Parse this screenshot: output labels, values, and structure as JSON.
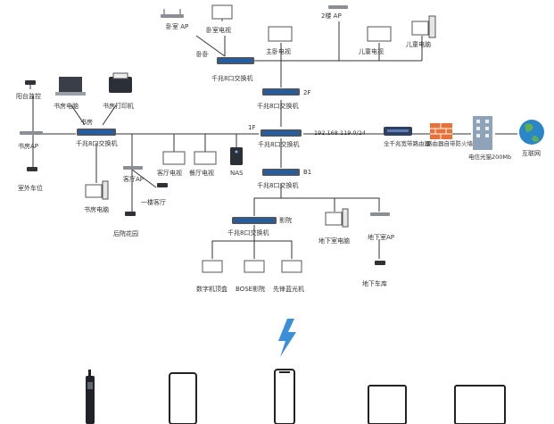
{
  "labels": {
    "ap_bedroom": "卧室 AP",
    "tv_bedroom": "卧室电视",
    "ap_2f": "2楼 AP",
    "pc_kids": "儿童电脑",
    "bedroom": "卧卧",
    "tv_master": "主卧电视",
    "tv_kids": "儿童电视",
    "sw_top": "千兆8口交换机",
    "floor_2f": "2F",
    "sw_2f": "千兆8口交换机",
    "cam_balcony": "阳台监控",
    "laptop_study": "书房电脑",
    "printer_study": "书房打印机",
    "study": "书房",
    "ap_study": "书房AP",
    "sw_study": "千兆8口交换机",
    "floor_1f": "1F",
    "sw_1f": "千兆8口交换机",
    "ip_range": "192.168.119.0/24",
    "router_main": "全千兆宽带路由器",
    "firewall": "路由器自带防火墙",
    "isp": "电信光猫200Mb",
    "internet": "互联网",
    "parking_outdoor": "室外车位",
    "ap_living": "客厅AP",
    "tv_living": "客厅电视",
    "tv_dining": "餐厅电视",
    "nas": "NAS",
    "floor_b1": "B1",
    "sw_b1": "千兆8口交换机",
    "living_1f": "一楼客厅",
    "pc_study2": "书房电脑",
    "garden": "后院花园",
    "media": "影院",
    "sw_media": "千兆8口交换机",
    "pc_basement": "地下室电脑",
    "ap_basement": "地下室AP",
    "garage": "地下车库",
    "stb": "数字机顶盒",
    "bose": "BOSE影院",
    "bluray": "先锋蓝光机"
  },
  "colors": {
    "switch": "#1f5fa8",
    "firewall": "#e8733a",
    "bolt": "#3b8fd9",
    "globe_ocean": "#2a86c9",
    "globe_land": "#5fae4f"
  },
  "icons": [
    "ap-icon",
    "tv-icon",
    "desktop-icon",
    "switch-icon",
    "camera-icon",
    "laptop-icon",
    "printer-icon",
    "router-icon",
    "firewall-icon",
    "building-icon",
    "globe-icon",
    "nas-icon",
    "lightning-icon",
    "phone-icon",
    "tablet-icon"
  ]
}
